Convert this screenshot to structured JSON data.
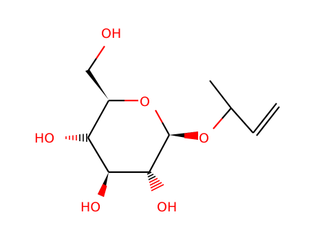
{
  "molecule": {
    "atoms": {
      "top_hydroxyl": "OH",
      "ring_oxygen": "O",
      "ether_oxygen": "O",
      "left_hydroxyl": "HO",
      "bottom_left_hydroxyl": "HO",
      "bottom_right_hydroxyl": "OH"
    },
    "colors": {
      "heteroatom": "#ff0000",
      "carbon_bond": "#000000",
      "wedge_fill": "#000000"
    }
  }
}
